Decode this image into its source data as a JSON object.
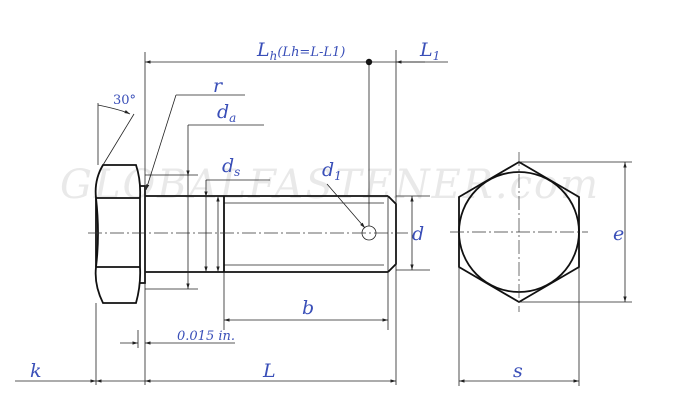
{
  "labels": {
    "lh_main": "L",
    "lh_sub": "h",
    "lh_note": "(Lh=L-L1)",
    "l1_main": "L",
    "l1_sub": "1",
    "angle": "30°",
    "r": "r",
    "da_main": "d",
    "da_sub": "a",
    "ds_main": "d",
    "ds_sub": "s",
    "d1_main": "d",
    "d1_sub": "1",
    "d": "d",
    "e": "e",
    "b": "b",
    "tolerance": "0.015 in.",
    "k": "k",
    "L": "L",
    "s": "s"
  },
  "watermark": "GLOBALFASTENER.com",
  "colors": {
    "label": "#3a4fb8",
    "line": "#111111",
    "watermark": "#e9e9e9"
  }
}
